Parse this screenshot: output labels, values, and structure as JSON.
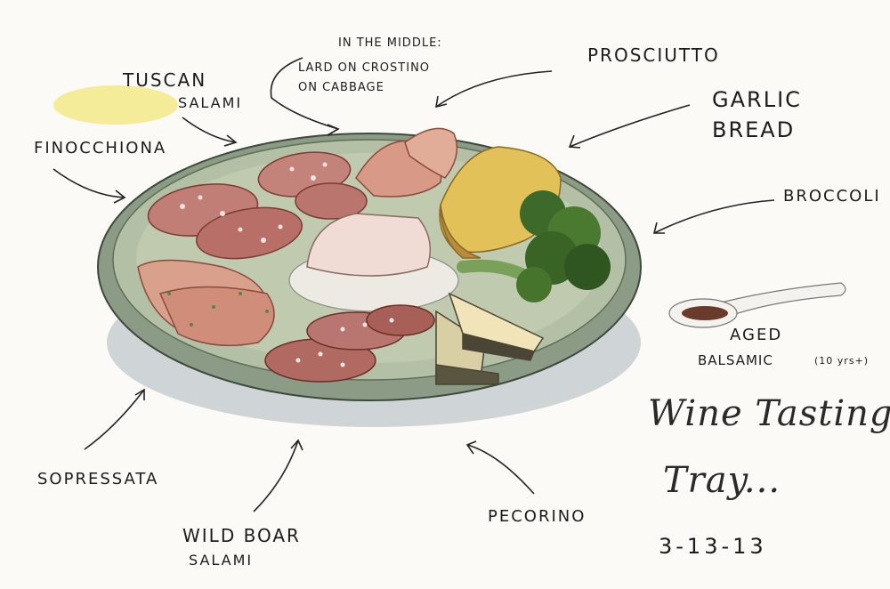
{
  "labels": {
    "tuscan": "Tuscan",
    "salami": "Salami",
    "finocchiona": "Finocchiona",
    "middle_l1": "In the middle:",
    "middle_l2": "Lard on crostino",
    "middle_l3": "on cabbage",
    "prosciutto": "Prosciutto",
    "garlic": "Garlic",
    "bread": "Bread",
    "broccoli": "Broccoli",
    "aged": "Aged",
    "balsamic": "Balsamic",
    "balsamic_note": "(10 yrs+)",
    "sopressata": "Sopressata",
    "wild_boar": "Wild Boar",
    "wild_boar_salami": "Salami",
    "pecorino": "Pecorino"
  },
  "title": {
    "line1": "Wine Tasting",
    "line2": "Tray...",
    "date": "3-13-13"
  },
  "colors": {
    "plate": "#a7b59a",
    "plate_rim": "#5e6f57",
    "salami": "#b9756e",
    "prosciutto": "#d89a86",
    "bread": "#d9b74a",
    "broccoli": "#3f6b2a",
    "cheese": "#f1e4b8",
    "balsamic": "#6a3a2a"
  }
}
